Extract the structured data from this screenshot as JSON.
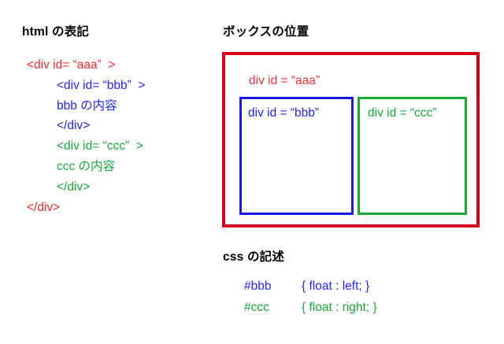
{
  "slide": {
    "background": "#ffffff",
    "colors": {
      "red": "#d4021d",
      "red_text": "#f7333a",
      "blue": "#2026e8",
      "green": "#18a83a",
      "black": "#000000"
    }
  },
  "headings": {
    "html": "html の表記",
    "boxes": "ボックスの位置",
    "css": "css の記述"
  },
  "code_block": {
    "lines": [
      {
        "text": "<div id= “aaa”  >",
        "color": "red",
        "indent": 0
      },
      {
        "text": "<div id= “bbb”  >",
        "color": "blue",
        "indent": 1
      },
      {
        "text": "bbb の内容",
        "color": "blue",
        "indent": 1
      },
      {
        "text": "</div>",
        "color": "blue",
        "indent": 1
      },
      {
        "text": "<div id= “ccc”  >",
        "color": "green",
        "indent": 1
      },
      {
        "text": "ccc の内容",
        "color": "green",
        "indent": 1
      },
      {
        "text": "</div>",
        "color": "green",
        "indent": 1
      },
      {
        "text": "</div>",
        "color": "red",
        "indent": 0
      }
    ]
  },
  "box_diagram": {
    "outer": {
      "label": "div id = “aaa”",
      "color": "#d4021d"
    },
    "left": {
      "label": "div id = “bbb”",
      "color": "#1818e0"
    },
    "right": {
      "label": "div id = “ccc”",
      "color": "#18a83a"
    }
  },
  "css_block": {
    "rules": [
      {
        "selector": "#bbb",
        "declaration": "{ float : left; }",
        "color": "blue"
      },
      {
        "selector": "#ccc",
        "declaration": "{ float : right; }",
        "color": "green"
      }
    ]
  }
}
